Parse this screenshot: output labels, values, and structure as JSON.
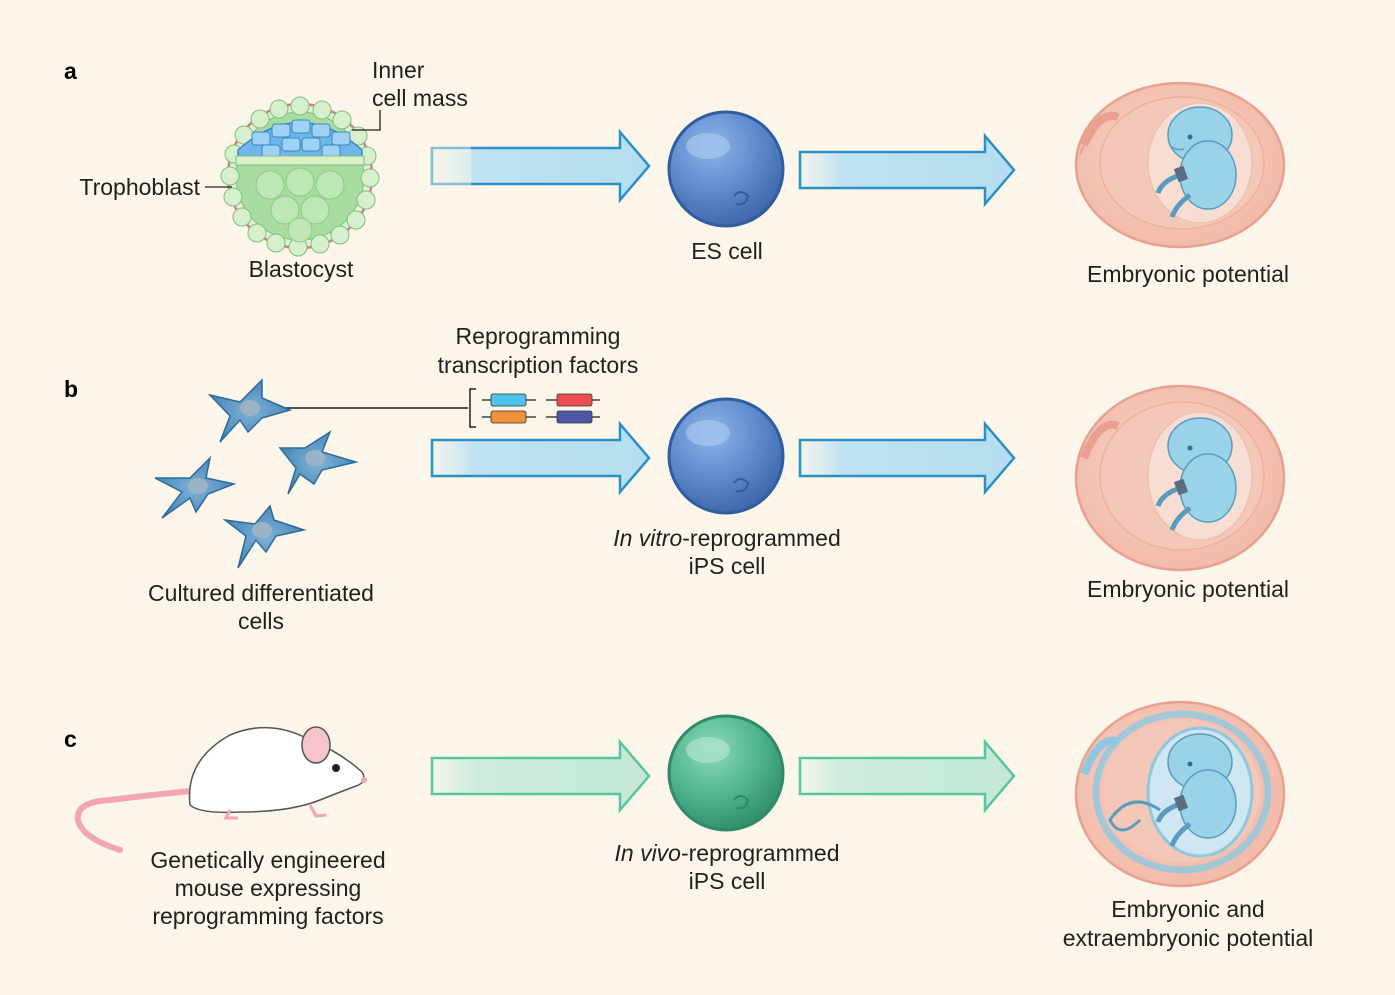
{
  "colors": {
    "background": "#fbf6e9",
    "blue_arrow": "#2a8fc4",
    "green_arrow": "#58c4a0",
    "es_cell": "#4f7fc4",
    "ips_cell_vivo": "#3dab88",
    "embryo": "#8ec8e0",
    "uterus": "#f2b5a5"
  },
  "panels": {
    "a": {
      "letter": "a",
      "inner_cell_mass_line1": "Inner",
      "inner_cell_mass_line2": "cell mass",
      "trophoblast": "Trophoblast",
      "blastocyst": "Blastocyst",
      "cell_label": "ES cell",
      "potential": "Embryonic potential"
    },
    "b": {
      "letter": "b",
      "factors_line1": "Reprogramming",
      "factors_line2": "transcription factors",
      "source_line1": "Cultured differentiated",
      "source_line2": "cells",
      "cell_label_italic": "In vitro",
      "cell_label_rest": "-reprogrammed",
      "cell_label_line2": "iPS cell",
      "potential": "Embryonic potential",
      "factor_colors": [
        "#4fc3ec",
        "#f0923c",
        "#ee4d50",
        "#4b57a6"
      ]
    },
    "c": {
      "letter": "c",
      "source_line1": "Genetically engineered",
      "source_line2": "mouse expressing",
      "source_line3": "reprogramming factors",
      "cell_label_italic": "In vivo",
      "cell_label_rest": "-reprogrammed",
      "cell_label_line2": "iPS cell",
      "potential_line1": "Embryonic and",
      "potential_line2": "extraembryonic potential"
    }
  }
}
